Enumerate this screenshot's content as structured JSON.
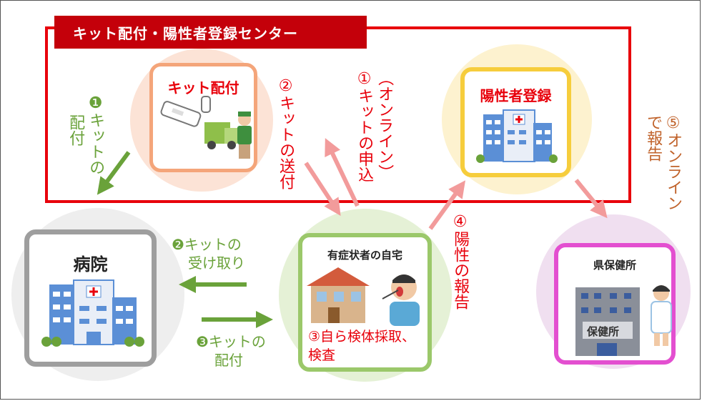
{
  "banner": {
    "title": "キット配付・陽性者登録センター"
  },
  "kit_distribution": {
    "title": "キット配付"
  },
  "positive_registration": {
    "title": "陽性者登録"
  },
  "hospital": {
    "title": "病院"
  },
  "home": {
    "title": "有症状者の自宅",
    "caption_line1": "③自ら検体採取、",
    "caption_line2": "検査"
  },
  "health_center": {
    "title": "県保健所",
    "sign": "保健所"
  },
  "steps": {
    "s1_line1": "❶キットの",
    "s1_line2": "配付",
    "s2": "②キットの送付",
    "s1_apply_line1": "①キットの申込",
    "s1_apply_line2": "（オンライン）",
    "s2_receive_line1": "❷キットの",
    "s2_receive_line2": "受け取り",
    "s3_line1": "❸キットの",
    "s3_line2": "配付",
    "s4": "④陽性の報告",
    "s5_line1": "⑤オンライン",
    "s5_line2": "で報告"
  },
  "colors": {
    "red": "#e8000b",
    "dark_red": "#c4000a",
    "green": "#6aa23a",
    "pink_arrow": "#f29b9b",
    "brown": "#c0622a",
    "orange_border": "#f4a57a",
    "yellow_border": "#f6cd3c",
    "gray_border": "#9e9e9e",
    "green_border": "#9bc86a",
    "magenta_border": "#e34fd0"
  },
  "icons": [
    "kit-test-icon",
    "delivery-truck-icon",
    "hospital-building-icon",
    "house-icon",
    "person-swab-icon",
    "health-center-building-icon",
    "nurse-icon"
  ]
}
